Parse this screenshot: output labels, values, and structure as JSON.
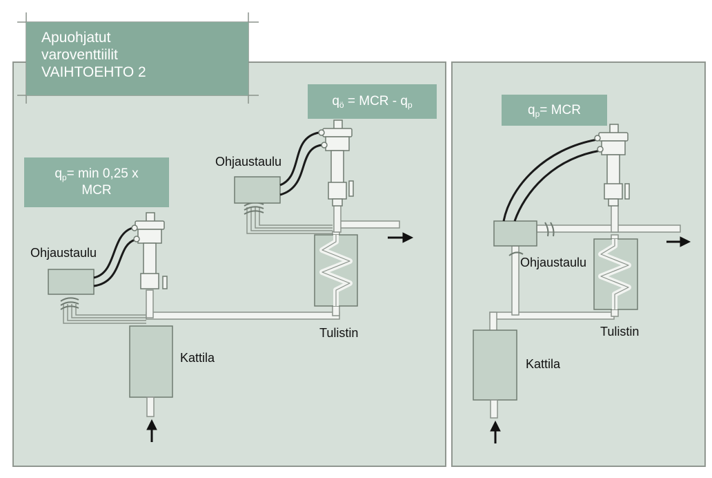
{
  "title": {
    "line1": "Apuohjatut",
    "line2": "varoventtiilit",
    "line3": "VAIHTOEHTO 2"
  },
  "left_panel": {
    "pilot_box": {
      "q": "q",
      "sub": "p",
      "rest1": "= min 0,25 x",
      "line2": "MCR"
    },
    "main_box": {
      "q": "q",
      "sub": "ö",
      "mid": " = MCR - q",
      "sub2": "p"
    },
    "control_panel_label_1": "Ohjaustaulu",
    "control_panel_label_2": "Ohjaustaulu",
    "boiler_label": "Kattila",
    "superheater_label": "Tulistin"
  },
  "right_panel": {
    "main_box": {
      "q": "q",
      "sub": "p",
      "rest": "= MCR"
    },
    "control_panel_label": "Ohjaustaulu",
    "boiler_label": "Kattila",
    "superheater_label": "Tulistin"
  },
  "colors": {
    "panel_bg": "#d6e0d9",
    "panel_border": "#8f968f",
    "title_box": "#86ab9b",
    "equation_box": "#8eb3a4",
    "component_fill": "#c4d2c8",
    "component_stroke": "#6f7a71",
    "pipe_fill": "#f2f4f1",
    "pipe_stroke": "#8a928b"
  }
}
